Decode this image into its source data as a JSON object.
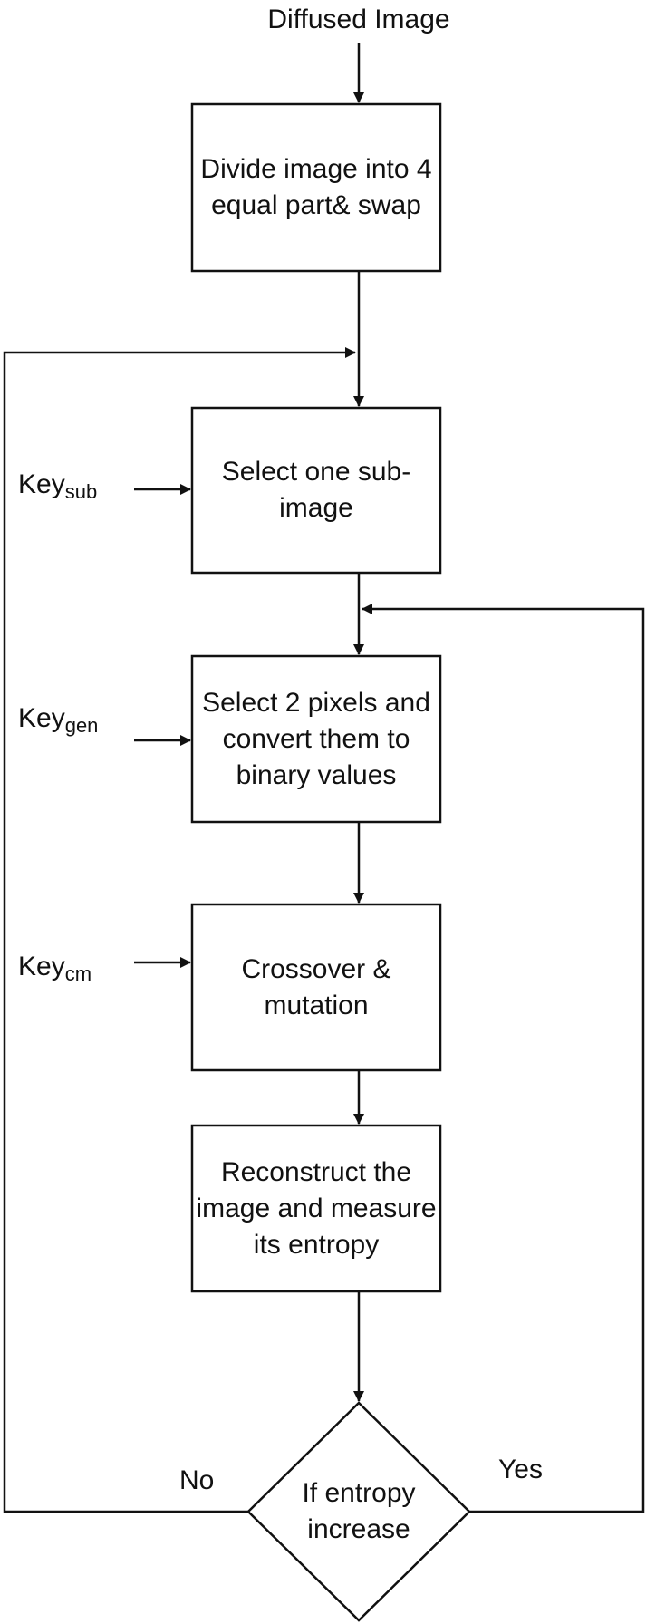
{
  "title": "Diffused Image",
  "boxes": {
    "divide": [
      "Divide image into 4",
      "equal part& swap"
    ],
    "select_sub": [
      "Select one sub-",
      "image"
    ],
    "select_pixels": [
      "Select 2 pixels and",
      "convert them to",
      "binary values"
    ],
    "crossover": [
      "Crossover &",
      "mutation"
    ],
    "reconstruct": [
      "Reconstruct the",
      "image and measure",
      "its entropy"
    ]
  },
  "decision": [
    "If entropy",
    "increase"
  ],
  "keys": [
    {
      "base": "Key",
      "sub": "sub"
    },
    {
      "base": "Key",
      "sub": "gen"
    },
    {
      "base": "Key",
      "sub": "cm"
    }
  ],
  "branches": {
    "no": "No",
    "yes": "Yes"
  }
}
